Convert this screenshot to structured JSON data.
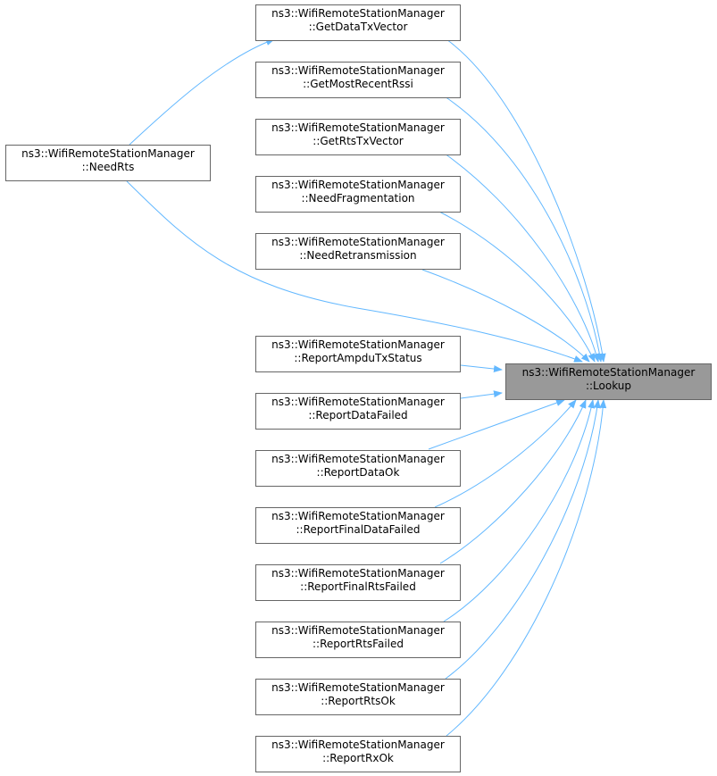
{
  "diagram": {
    "target": {
      "line1": "ns3::WifiRemoteStationManager",
      "line2": "::Lookup"
    },
    "intermediate": {
      "line1": "ns3::WifiRemoteStationManager",
      "line2": "::NeedRts"
    },
    "callers": [
      {
        "line1": "ns3::WifiRemoteStationManager",
        "line2": "::GetDataTxVector"
      },
      {
        "line1": "ns3::WifiRemoteStationManager",
        "line2": "::GetMostRecentRssi"
      },
      {
        "line1": "ns3::WifiRemoteStationManager",
        "line2": "::GetRtsTxVector"
      },
      {
        "line1": "ns3::WifiRemoteStationManager",
        "line2": "::NeedFragmentation"
      },
      {
        "line1": "ns3::WifiRemoteStationManager",
        "line2": "::NeedRetransmission"
      },
      {
        "line1": "ns3::WifiRemoteStationManager",
        "line2": "::ReportAmpduTxStatus"
      },
      {
        "line1": "ns3::WifiRemoteStationManager",
        "line2": "::ReportDataFailed"
      },
      {
        "line1": "ns3::WifiRemoteStationManager",
        "line2": "::ReportDataOk"
      },
      {
        "line1": "ns3::WifiRemoteStationManager",
        "line2": "::ReportFinalDataFailed"
      },
      {
        "line1": "ns3::WifiRemoteStationManager",
        "line2": "::ReportFinalRtsFailed"
      },
      {
        "line1": "ns3::WifiRemoteStationManager",
        "line2": "::ReportRtsFailed"
      },
      {
        "line1": "ns3::WifiRemoteStationManager",
        "line2": "::ReportRtsOk"
      },
      {
        "line1": "ns3::WifiRemoteStationManager",
        "line2": "::ReportRxOk"
      }
    ],
    "colors": {
      "edge": "#63b8ff",
      "node_border": "#666666",
      "target_fill": "#999999"
    }
  }
}
